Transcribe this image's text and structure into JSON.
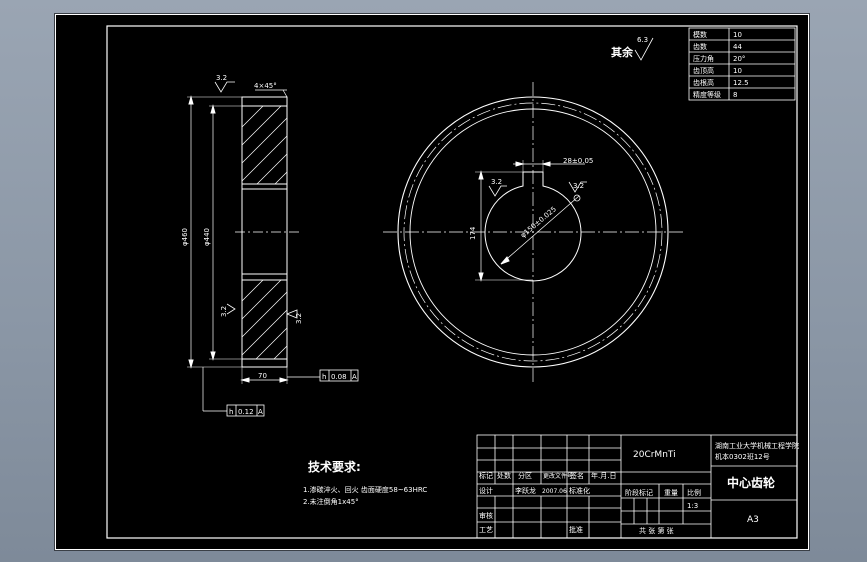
{
  "drawing": {
    "roughness_note": "其余",
    "roughness_value_default": "6.3",
    "roughness_small": "3.2",
    "chamfer": "4×45°",
    "dia_outer": "φ460",
    "dia_inner": "φ440",
    "face_width": "70",
    "tol_1": "0.08",
    "tol_1_ref": "A",
    "tol_2": "0.12",
    "tol_2_ref": "A",
    "key_width": "28±0.05",
    "bore_dim": "φ150±0.025",
    "key_depth": "174",
    "runout_symbol": "h"
  },
  "params_table": {
    "rows": [
      {
        "label": "模数",
        "value": "10"
      },
      {
        "label": "齿数",
        "value": "44"
      },
      {
        "label": "压力角",
        "value": "20°"
      },
      {
        "label": "齿顶高",
        "value": "10"
      },
      {
        "label": "齿根高",
        "value": "12.5"
      },
      {
        "label": "精度等级",
        "value": "8"
      }
    ]
  },
  "tech": {
    "title": "技术要求:",
    "line1": "1.渗碳淬火、回火  齿面硬度58~63HRC",
    "line2": "2.未注倒角1x45°"
  },
  "title_block": {
    "material": "20CrMnTi",
    "school_line1": "湖南工业大学机械工程学院",
    "school_line2": "机本0302班12号",
    "part_name": "中心齿轮",
    "size": "A3",
    "scale": "1:3",
    "row_labels": {
      "mark": "标记",
      "count": "处数",
      "zone": "分区",
      "doc": "更改文件号",
      "sign": "签名",
      "date": "年.月.日",
      "design": "设计",
      "designer": "李跃龙",
      "design_date": "2007.06",
      "std": "标准化",
      "stage": "阶段标记",
      "weight": "重量",
      "scale_label": "比例",
      "review": "审核",
      "process": "工艺",
      "approve": "批准",
      "sheets": "共  张  第  张"
    }
  }
}
